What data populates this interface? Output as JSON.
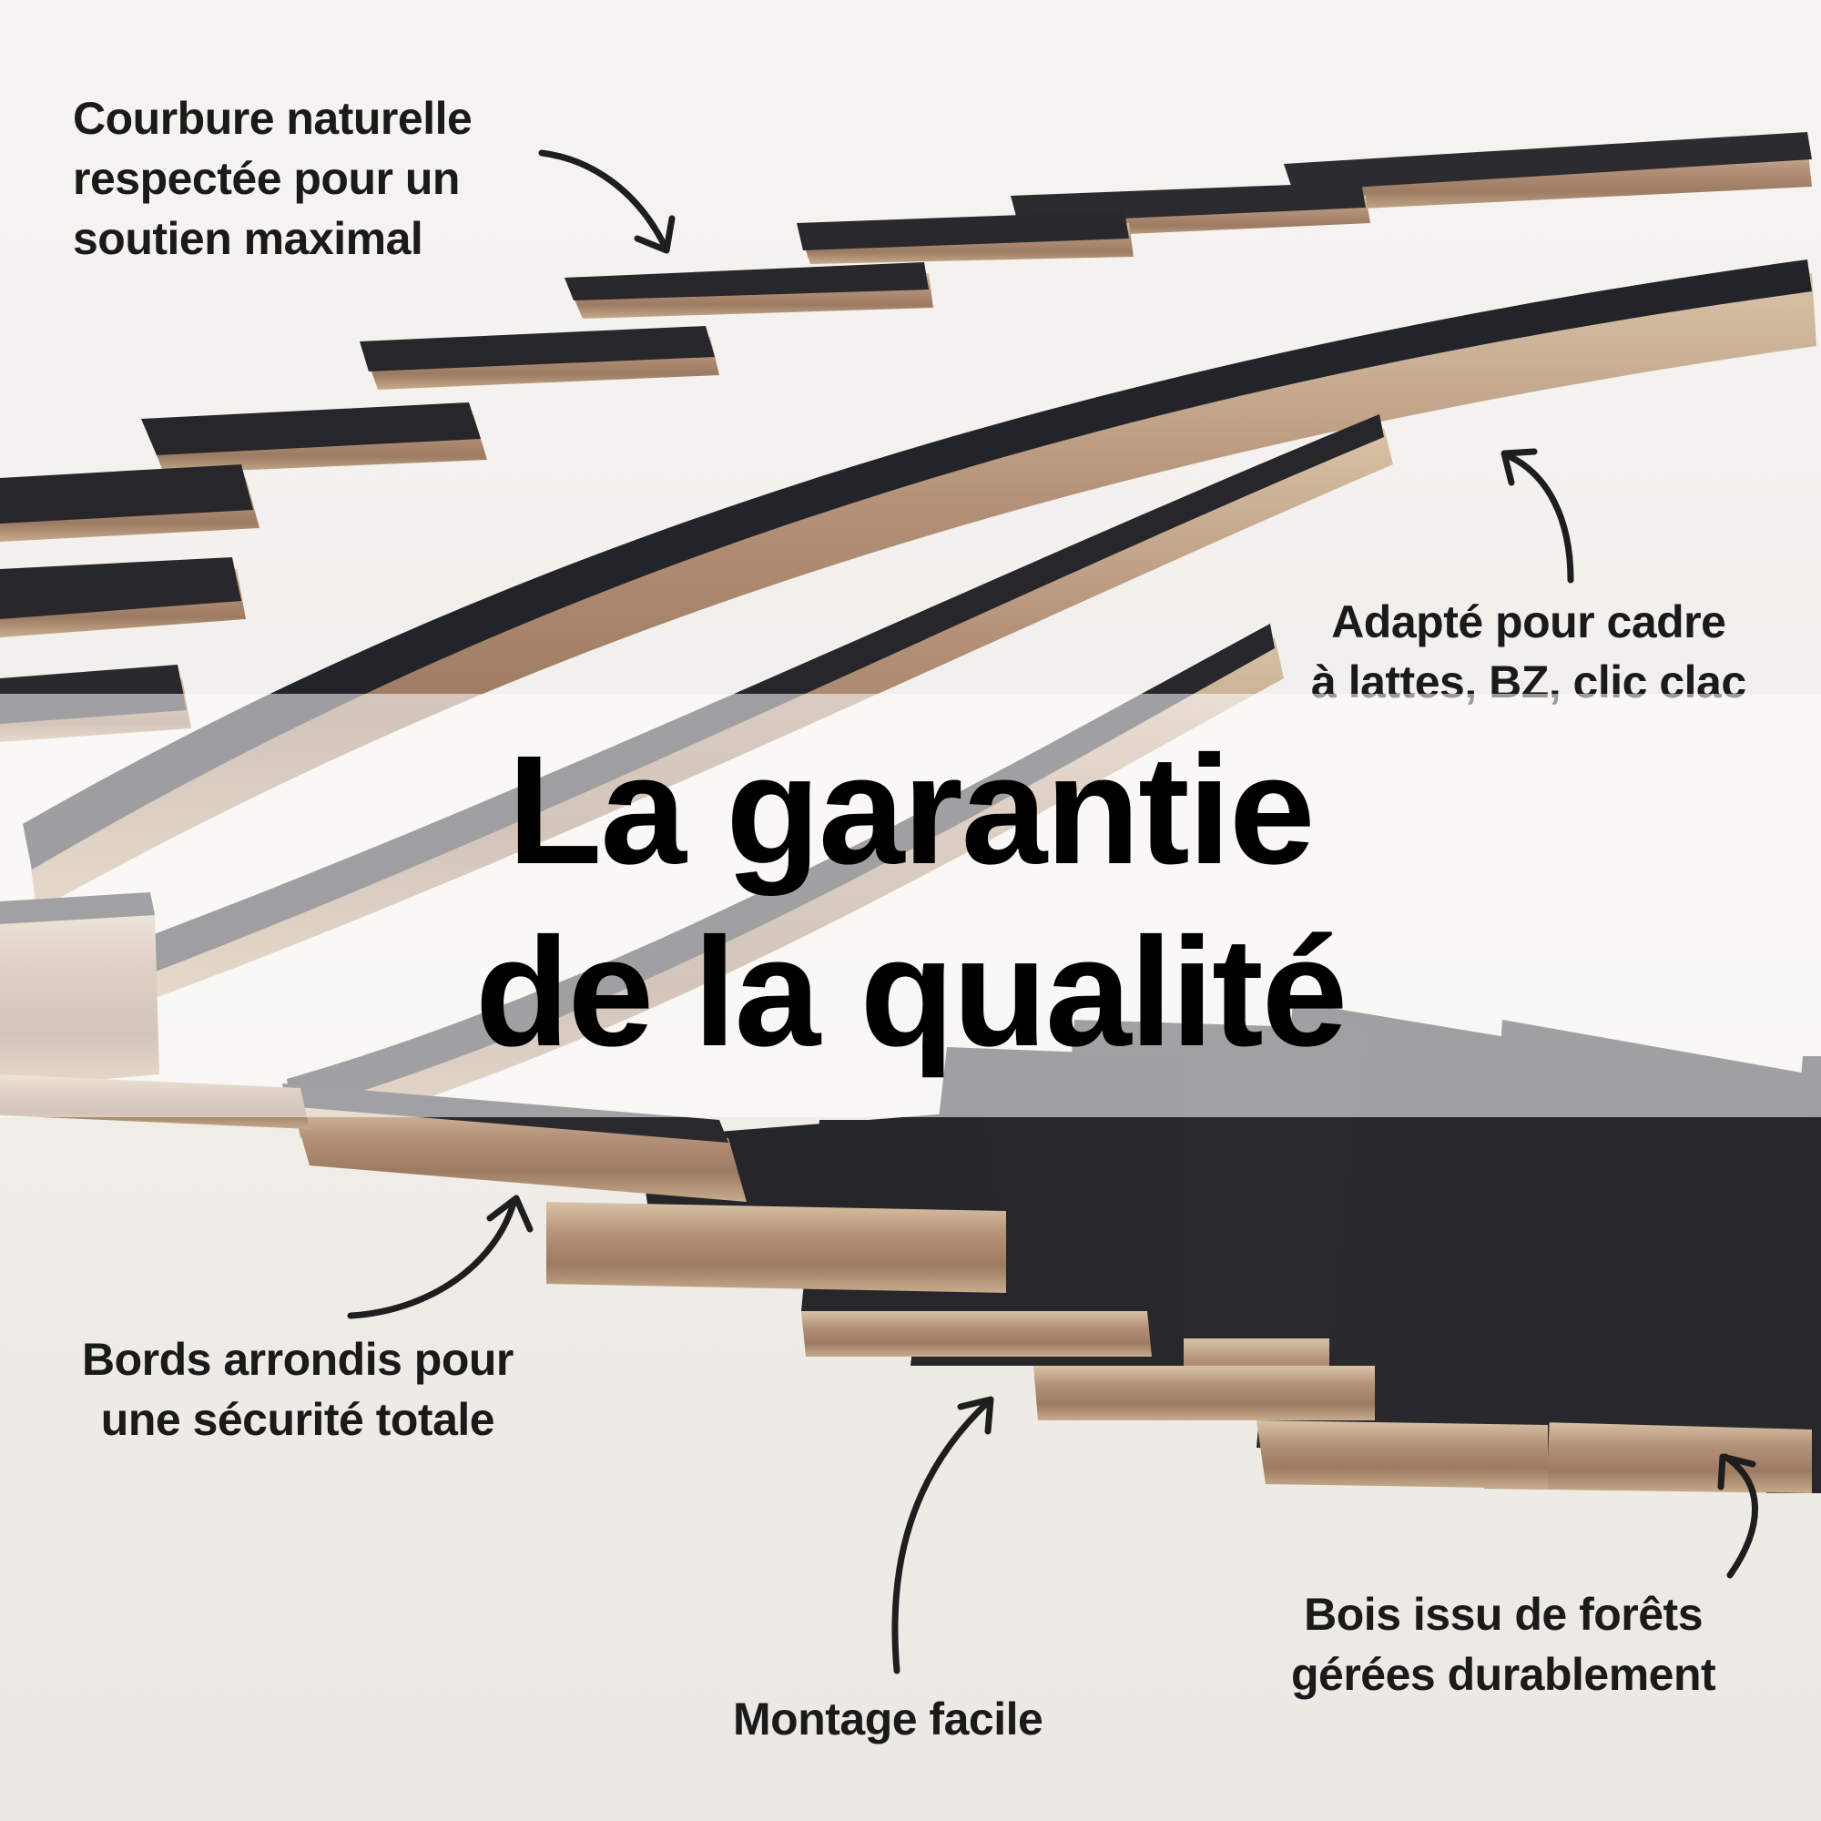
{
  "headline": {
    "line1": "La garantie",
    "line2": "de la qualité"
  },
  "features": {
    "curvature": {
      "line1": "Courbure naturelle",
      "line2": "respectée pour un",
      "line3": "soutien maximal"
    },
    "compatibility": {
      "line1": "Adapté pour cadre",
      "line2": "à lattes, BZ, clic clac"
    },
    "edges": {
      "line1": "Bords arrondis pour",
      "line2": "une sécurité totale"
    },
    "assembly": {
      "line1": "Montage facile"
    },
    "wood": {
      "line1": "Bois issu de forêts",
      "line2": "gérées durablement"
    }
  },
  "colors": {
    "background": "#f3f1ee",
    "slat_top": "#27272c",
    "slat_edge": "#b08f70",
    "text": "#1a1a1a"
  }
}
